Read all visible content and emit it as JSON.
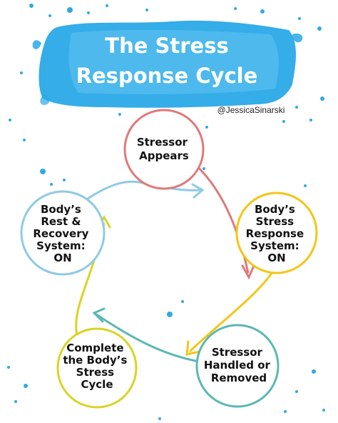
{
  "title": {
    "line1": "The Stress",
    "line2": "Response Cycle"
  },
  "handle": "@JessicaSinarski",
  "nodes": [
    {
      "id": "stressor",
      "lines": [
        "Stressor",
        "Appears"
      ],
      "color": "#e0787a"
    },
    {
      "id": "response",
      "lines": [
        "Body’s",
        "Stress",
        "Response",
        "System:",
        "ON"
      ],
      "color": "#f5c518"
    },
    {
      "id": "handled",
      "lines": [
        "Stressor",
        "Handled or",
        "Removed"
      ],
      "color": "#5bb8b3"
    },
    {
      "id": "complete",
      "lines": [
        "Complete",
        "the Body’s",
        "Stress",
        "Cycle"
      ],
      "color": "#d8d423"
    },
    {
      "id": "rest",
      "lines": [
        "Body’s",
        "Rest &",
        "Recovery",
        "System:",
        "ON"
      ],
      "color": "#8ecae6"
    }
  ],
  "colors": {
    "banner": "#29a9e8",
    "banner_light": "#6cc8f2",
    "splatter": "#1e9fe0"
  }
}
